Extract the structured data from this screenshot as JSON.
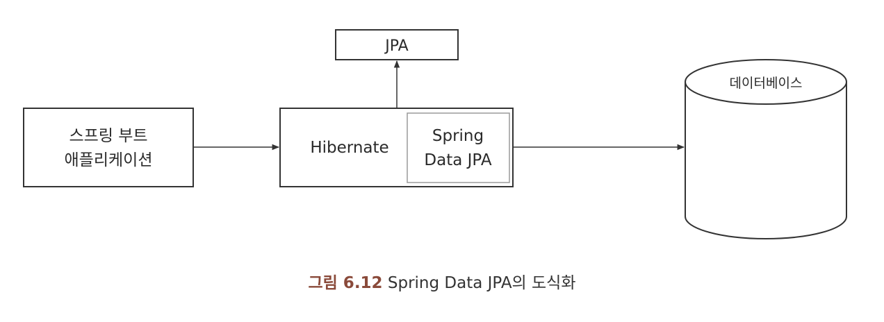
{
  "nodes": {
    "spring_boot_app": {
      "line1": "스프링 부트",
      "line2": "애플리케이션"
    },
    "jpa": {
      "label": "JPA"
    },
    "hibernate": {
      "label": "Hibernate"
    },
    "spring_data_jpa": {
      "line1": "Spring",
      "line2": "Data JPA"
    },
    "database": {
      "label": "데이터베이스"
    }
  },
  "edges": [
    {
      "from": "spring_boot_app",
      "to": "hibernate"
    },
    {
      "from": "hibernate",
      "to": "jpa"
    },
    {
      "from": "hibernate",
      "to": "database"
    }
  ],
  "caption": {
    "label": "그림 6.12",
    "text": "Spring Data JPA의 도식화"
  }
}
